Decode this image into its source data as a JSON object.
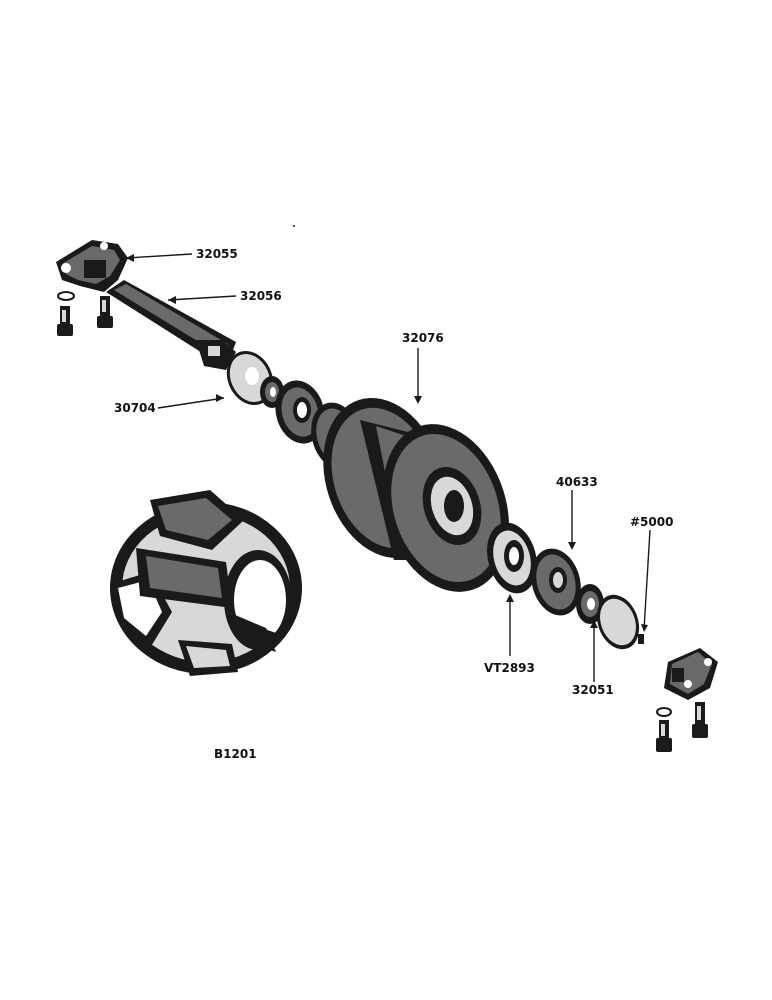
{
  "figure_id": "B1201",
  "callouts": {
    "c32055": "32055",
    "c32056": "32056",
    "c32076": "32076",
    "c30704": "30704",
    "c40633": "40633",
    "c5000": "#5000",
    "cVT2893": "VT2893",
    "c32051": "32051"
  }
}
